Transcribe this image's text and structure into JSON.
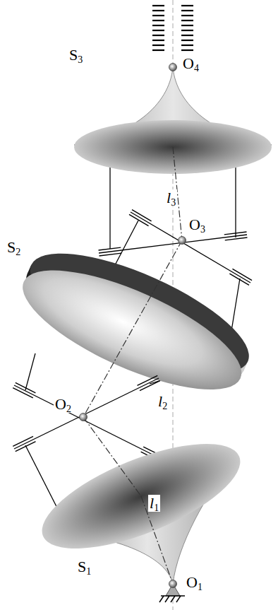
{
  "diagram": {
    "labels": [
      "O4",
      "S3",
      "l3",
      "O3",
      "S2",
      "O2",
      "l2",
      "l1",
      "S1",
      "O1"
    ]
  }
}
